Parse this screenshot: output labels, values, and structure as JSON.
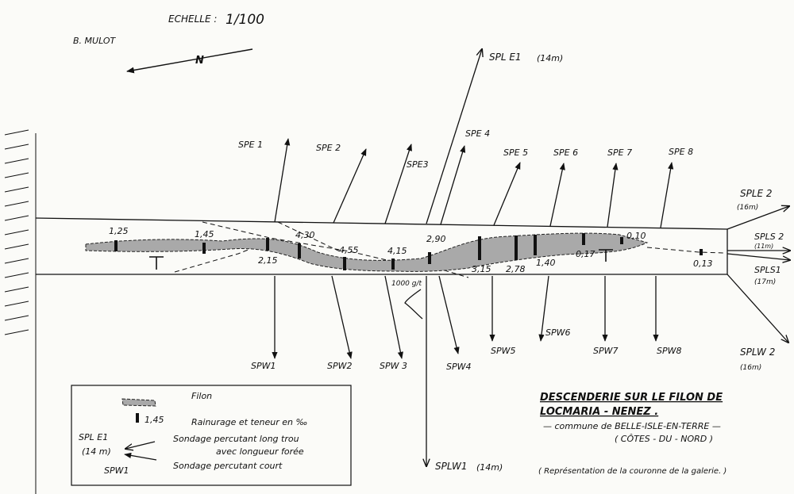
{
  "header": {
    "scale_label": "ECHELLE :",
    "scale_value": "1/100",
    "author": "B. MULOT",
    "north_label": "N"
  },
  "holes_east": [
    {
      "label": "SPE 1"
    },
    {
      "label": "SPE 2"
    },
    {
      "label": "SPE3"
    },
    {
      "label": "SPE 4"
    },
    {
      "label": "SPE 5"
    },
    {
      "label": "SPE 6"
    },
    {
      "label": "SPE 7"
    },
    {
      "label": "SPE 8"
    }
  ],
  "holes_west": [
    {
      "label": "SPW1"
    },
    {
      "label": "SPW2"
    },
    {
      "label": "SPW 3"
    },
    {
      "label": "SPW4"
    },
    {
      "label": "SPW5"
    },
    {
      "label": "SPW6"
    },
    {
      "label": "SPW7"
    },
    {
      "label": "SPW8"
    }
  ],
  "long_holes": {
    "spl_e1": "SPL E1",
    "spl_e1_len": "(14m)",
    "spl_w1": "SPLW1",
    "spl_w1_len": "(14m)",
    "spl_e2": "SPLE 2",
    "spl_e2_len": "(16m)",
    "spl_s2": "SPLS 2",
    "spl_s2_len": "(11m)",
    "spl_s1": "SPLS1",
    "spl_s1_len": "(17m)",
    "spl_w2": "SPLW 2",
    "spl_w2_len": "(16m)"
  },
  "grades": [
    "1,25",
    "1,45",
    "2,15",
    "4,30",
    "4,55",
    "4,15",
    "2,90",
    "3,15",
    "2,78",
    "1,40",
    "0,17",
    "0,10",
    "0,13"
  ],
  "extra_note": "1000 g/t",
  "legend": {
    "filon": "Filon",
    "groove_sample": "1,45",
    "groove": "Rainurage et teneur en ‰",
    "long_label": "SPL E1",
    "long_len": "(14 m)",
    "long_line1": "Sondage percutant long trou",
    "long_line2": "avec longueur forée",
    "short_label": "SPW1",
    "short": "Sondage percutant court"
  },
  "title_block": {
    "line1": "DESCENDERIE SUR LE FILON DE",
    "line2": "LOCMARIA - NENEZ .",
    "line3": "— commune de BELLE-ISLE-EN-TERRE —",
    "line4": "( CÔTES - DU - NORD )",
    "note": "( Représentation de la couronne de la galerie. )"
  }
}
